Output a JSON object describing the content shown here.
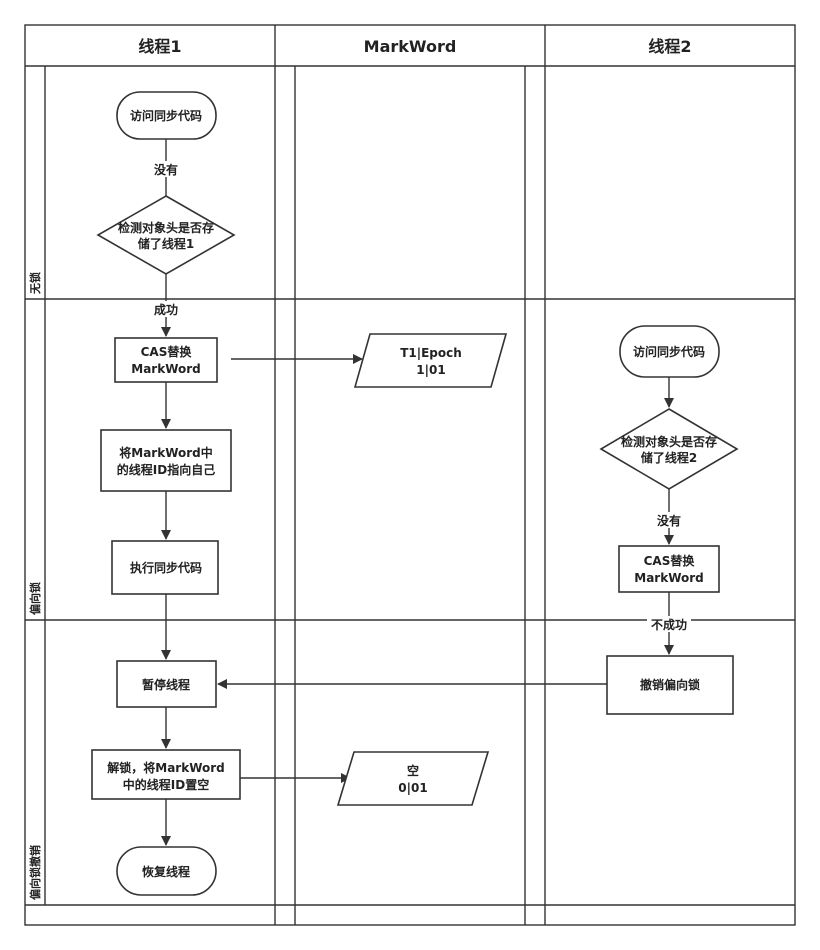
{
  "lanes": [
    {
      "id": "lane-thread1",
      "title": "线程1"
    },
    {
      "id": "lane-markword",
      "title": "MarkWord"
    },
    {
      "id": "lane-thread2",
      "title": "线程2"
    }
  ],
  "phases": [
    {
      "id": "phase-nolock",
      "label": "无锁"
    },
    {
      "id": "phase-biased",
      "label": "偏向锁"
    },
    {
      "id": "phase-revoke",
      "label": "偏向锁撤销"
    }
  ],
  "nodes": {
    "t1_access": {
      "lines": [
        "访问同步代码"
      ]
    },
    "t1_check": {
      "lines": [
        "检测对象头是否存",
        "储了线程1"
      ]
    },
    "t1_cas": {
      "lines": [
        "CAS替换",
        "MarkWord"
      ]
    },
    "t1_point": {
      "lines": [
        "将MarkWord中",
        "的线程ID指向自己"
      ]
    },
    "t1_exec": {
      "lines": [
        "执行同步代码"
      ]
    },
    "t1_pause": {
      "lines": [
        "暂停线程"
      ]
    },
    "t1_unlock": {
      "lines": [
        "解锁，将MarkWord",
        "中的线程ID置空"
      ]
    },
    "t1_resume": {
      "lines": [
        "恢复线程"
      ]
    },
    "mw_epoch": {
      "lines": [
        "T1|Epoch",
        "1|01"
      ]
    },
    "mw_empty": {
      "lines": [
        "空",
        "0|01"
      ]
    },
    "t2_access": {
      "lines": [
        "访问同步代码"
      ]
    },
    "t2_check": {
      "lines": [
        "检测对象头是否存",
        "储了线程2"
      ]
    },
    "t2_cas": {
      "lines": [
        "CAS替换",
        "MarkWord"
      ]
    },
    "t2_revoke": {
      "lines": [
        "撤销偏向锁"
      ]
    }
  },
  "edge_labels": {
    "t1_no": "没有",
    "t1_success": "成功",
    "t2_no": "没有",
    "t2_fail": "不成功"
  }
}
